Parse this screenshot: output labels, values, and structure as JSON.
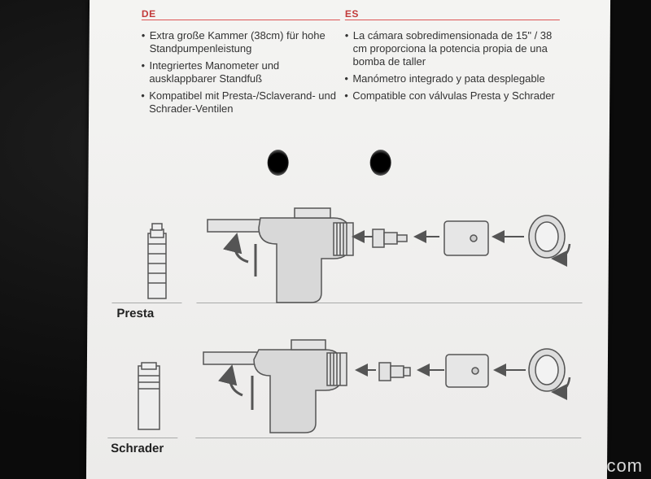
{
  "card": {
    "de": {
      "heading": "DE",
      "bullets": [
        "Extra große Kammer (38cm) für hohe Standpumpenleistung",
        "Integriertes Manometer und ausklappbarer Standfuß",
        "Kompatibel mit Presta-/Sclaverand- und Schrader-Ventilen"
      ]
    },
    "es": {
      "heading": "ES",
      "bullets": [
        "La cámara sobredimensionada de 15\" / 38 cm proporciona la potencia propia de una bomba de taller",
        "Manómetro integrado y pata desplegable",
        "Compatible con válvulas Presta y Schrader"
      ]
    },
    "diagrams": [
      {
        "label": "Presta"
      },
      {
        "label": "Schrader"
      }
    ]
  },
  "watermark": "com",
  "colors": {
    "accent": "#c23b3b",
    "card": "#f2f2f0",
    "ink": "#555555",
    "background": "#0d0d0d"
  }
}
